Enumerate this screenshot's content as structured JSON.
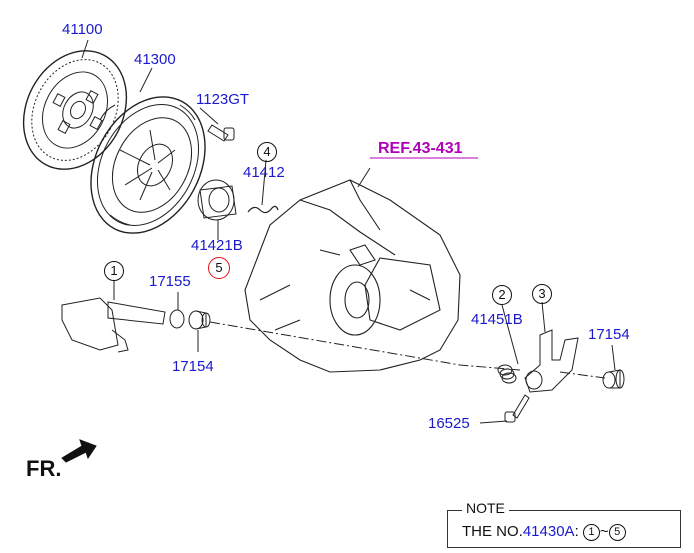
{
  "diagram": {
    "part_labels": {
      "p41100": "41100",
      "p41300": "41300",
      "p1123gt": "1123GT",
      "p41412": "41412",
      "p41421b": "41421B",
      "p17155": "17155",
      "p17154_left": "17154",
      "p41451b": "41451B",
      "p17154_right": "17154",
      "p16525": "16525"
    },
    "callouts": {
      "c1": "1",
      "c2": "2",
      "c3": "3",
      "c4": "4",
      "c5": "5"
    },
    "reference": "REF.43-431",
    "front_marker": "FR.",
    "note": {
      "title": "NOTE",
      "prefix": "THE NO.",
      "part_no": "41430A",
      "colon": ":",
      "range_start": "1",
      "tilde": "~",
      "range_end": "5"
    },
    "colors": {
      "part_label": "#1a1acc",
      "reference": "#b000b8",
      "highlight_circle": "#e01010",
      "line": "#222222"
    }
  }
}
